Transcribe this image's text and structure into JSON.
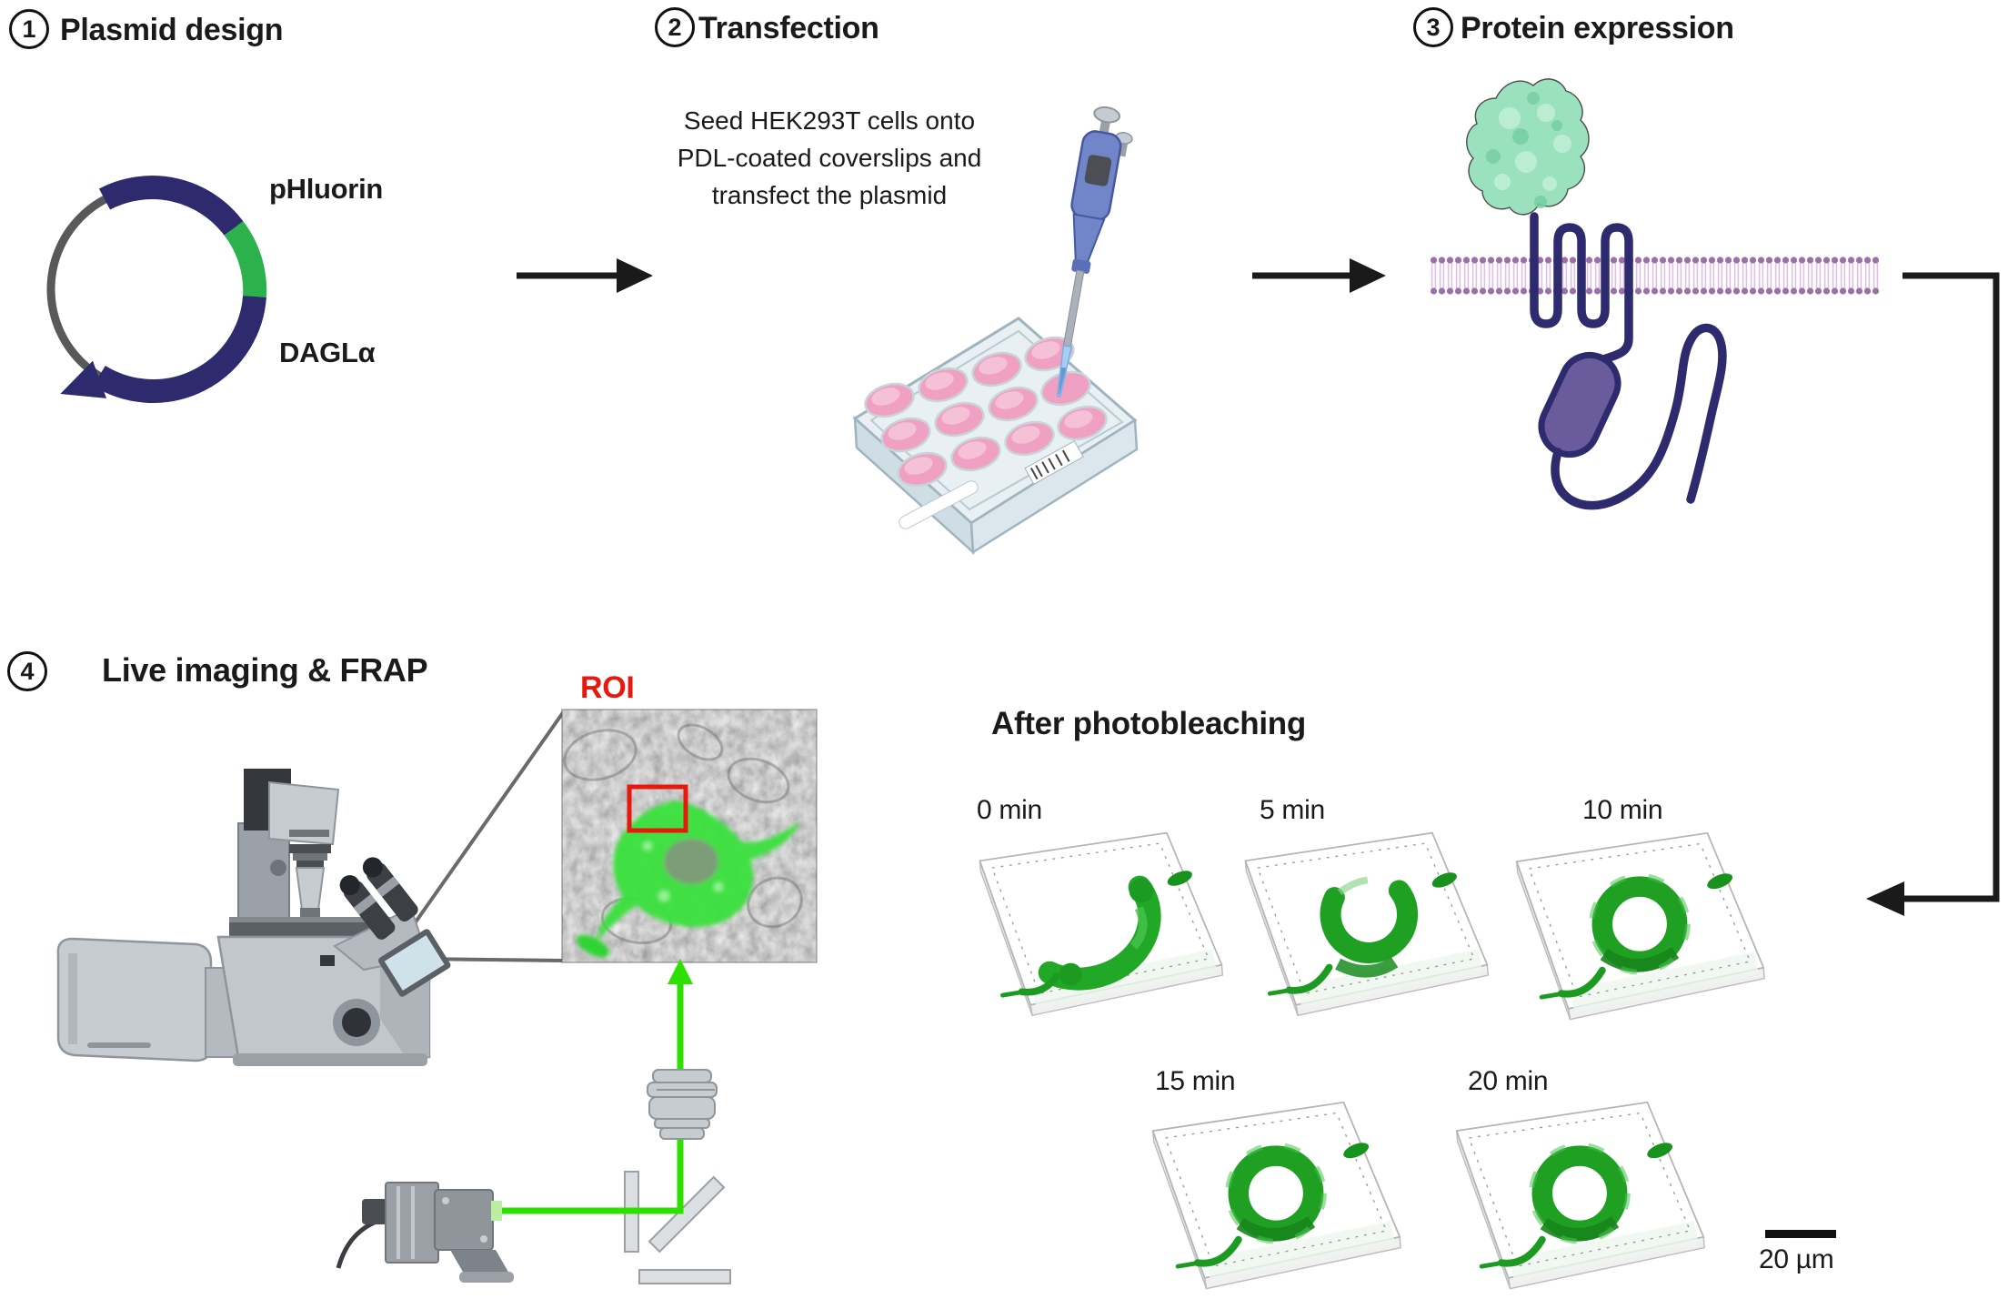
{
  "steps": [
    {
      "number": "1",
      "title": "Plasmid design"
    },
    {
      "number": "2",
      "title": "Transfection"
    },
    {
      "number": "3",
      "title": "Protein expression"
    },
    {
      "number": "4",
      "title": "Live imaging & FRAP"
    }
  ],
  "plasmid": {
    "insert_label": "pHluorin",
    "gene_label": "DAGLα"
  },
  "transfection_note": {
    "line1": "Seed HEK293T cells onto",
    "line2": "PDL-coated coverslips and",
    "line3": "transfect the plasmid"
  },
  "imaging": {
    "roi_label": "ROI"
  },
  "photobleaching": {
    "heading": "After photobleaching",
    "timepoints": [
      "0 min",
      "5 min",
      "10 min",
      "15 min",
      "20 min"
    ],
    "scale_bar_label": "20 µm"
  },
  "colors": {
    "plasmid_backbone": "#58595b",
    "plasmid_insert_green": "#2bb24c",
    "plasmid_gene_navy": "#2e2a6e",
    "membrane_pink": "#9b6fa8",
    "protein_green": "#9ae2bd",
    "domain_purple": "#6a5b9d",
    "roi_red": "#e8190c",
    "laser_green": "#2ee000",
    "cell_green": "#1fa023",
    "text": "#1a1a1a"
  }
}
